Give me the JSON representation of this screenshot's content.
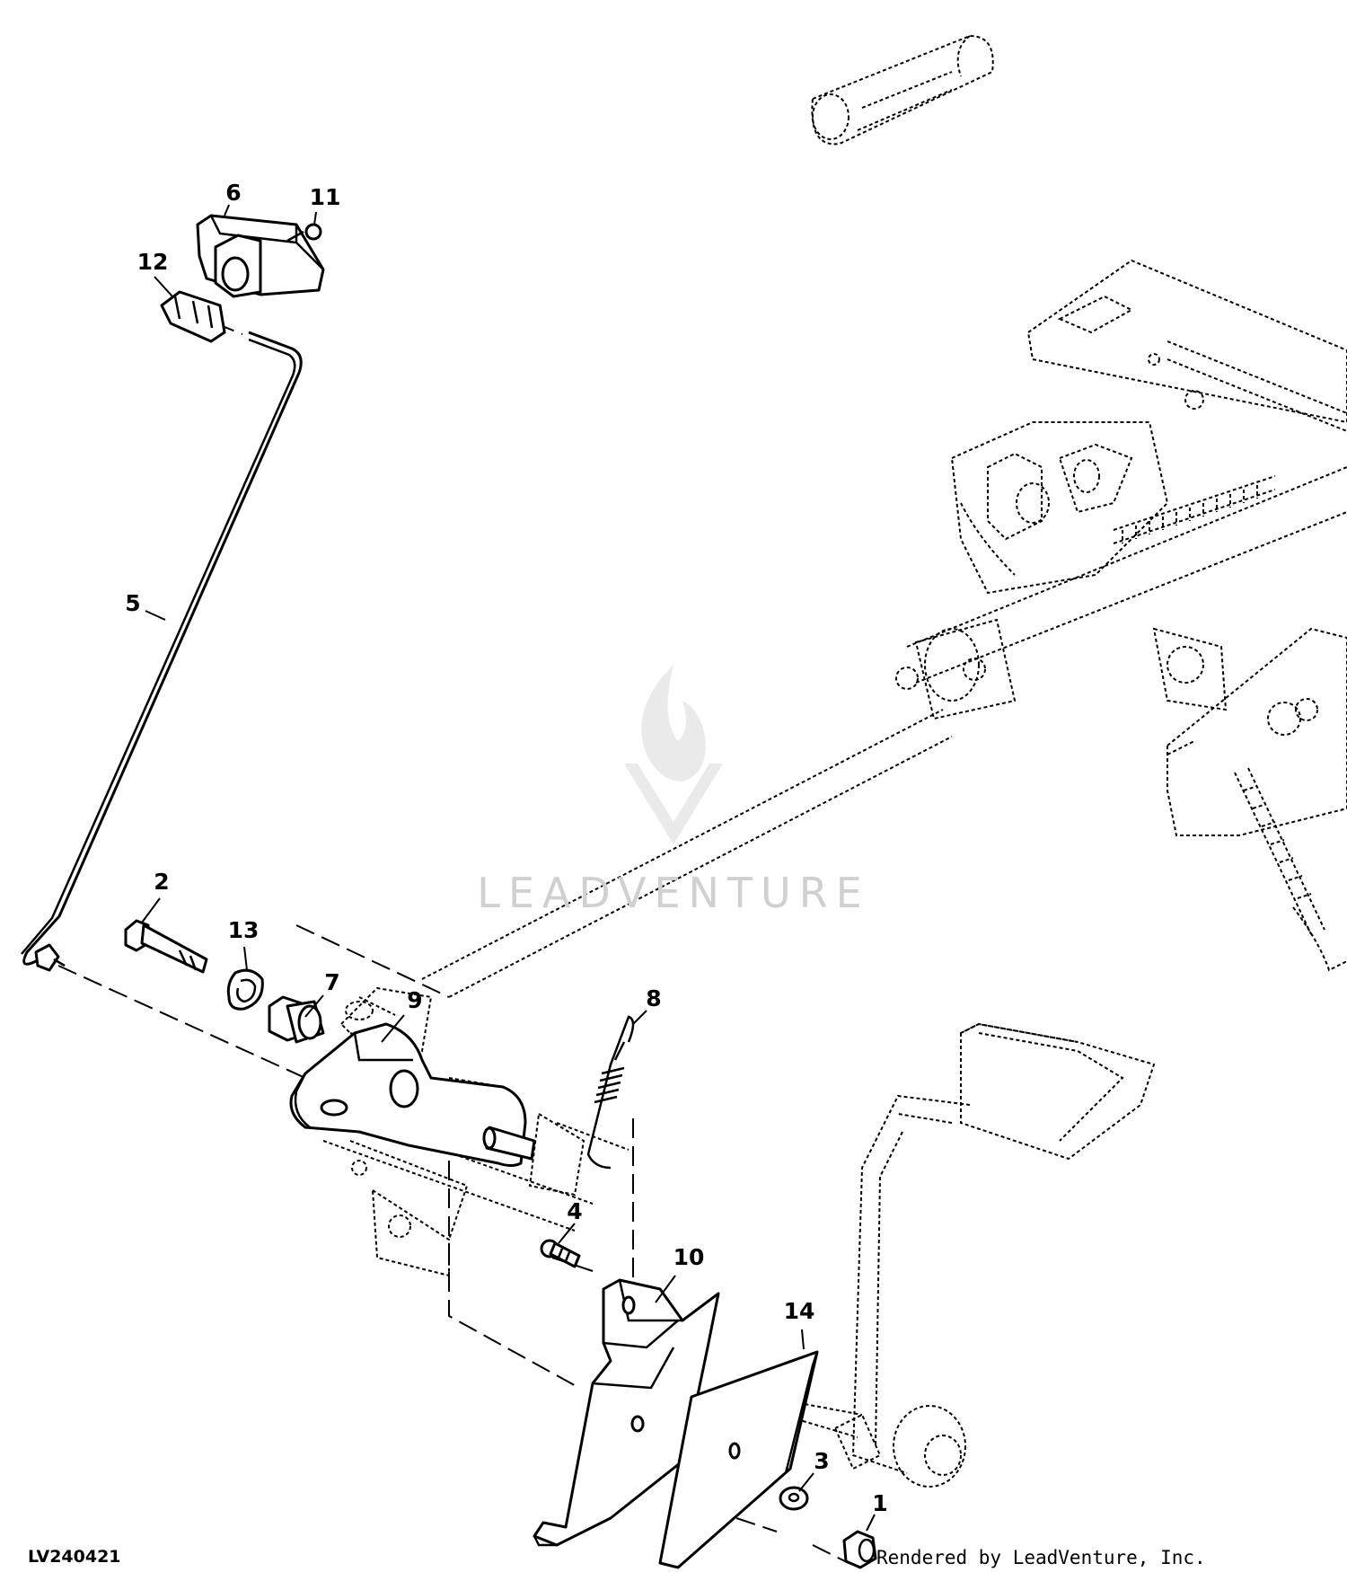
{
  "figure_id": "LV240421",
  "credit": "Rendered by LeadVenture, Inc.",
  "watermark": "LEADVENTURE",
  "callouts": [
    "1",
    "2",
    "3",
    "4",
    "5",
    "6",
    "7",
    "8",
    "9",
    "10",
    "11",
    "12",
    "13",
    "14"
  ]
}
